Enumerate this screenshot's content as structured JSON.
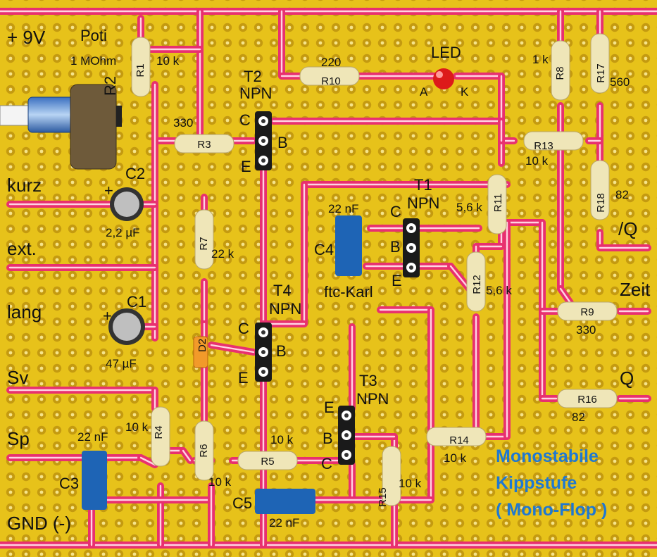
{
  "colors": {
    "board": "#e7c21a",
    "trace": "#e8306f",
    "trace_core": "#ffd4e2",
    "resistor": "#efe6b8",
    "cap": "#1e64b5",
    "pad": "#c49a10",
    "led": "#dd1a1a",
    "title": "#1f78d1"
  },
  "rails": {
    "top": "+ 9V",
    "bottom": "GND (-)"
  },
  "inputs": {
    "kurz": "kurz",
    "ext": "ext.",
    "lang": "lang",
    "sv": "Sv",
    "sp": "Sp"
  },
  "outputs": {
    "q_bar": "/Q",
    "zeit": "Zeit",
    "q": "Q"
  },
  "poti": {
    "name": "Poti",
    "value": "1 MOhm",
    "ref": "R2"
  },
  "resistors": [
    {
      "ref": "R1",
      "value": "10 k"
    },
    {
      "ref": "R3",
      "value": "330"
    },
    {
      "ref": "R4",
      "value": "10 k"
    },
    {
      "ref": "R5",
      "value": "10 k"
    },
    {
      "ref": "R6",
      "value": "10 k"
    },
    {
      "ref": "R7",
      "value": "22 k"
    },
    {
      "ref": "R8",
      "value": "1 k"
    },
    {
      "ref": "R9",
      "value": "330"
    },
    {
      "ref": "R10",
      "value": "220"
    },
    {
      "ref": "R11",
      "value": "5,6 k"
    },
    {
      "ref": "R12",
      "value": "5,6 k"
    },
    {
      "ref": "R13",
      "value": "10 k"
    },
    {
      "ref": "R14",
      "value": "10 k"
    },
    {
      "ref": "R15",
      "value": "10 k"
    },
    {
      "ref": "R16",
      "value": "82"
    },
    {
      "ref": "R17",
      "value": "560"
    },
    {
      "ref": "R18",
      "value": "82"
    }
  ],
  "capacitors": [
    {
      "ref": "C1",
      "value": "47 µF"
    },
    {
      "ref": "C2",
      "value": "2,2 µF"
    },
    {
      "ref": "C3",
      "value": "22 nF"
    },
    {
      "ref": "C4",
      "value": "22 nF"
    },
    {
      "ref": "C5",
      "value": "22 nF"
    }
  ],
  "diode": {
    "ref": "D2"
  },
  "led": {
    "name": "LED",
    "anode": "A",
    "cathode": "K"
  },
  "transistors": [
    {
      "ref": "T1",
      "type": "NPN"
    },
    {
      "ref": "T2",
      "type": "NPN"
    },
    {
      "ref": "T3",
      "type": "NPN"
    },
    {
      "ref": "T4",
      "type": "NPN"
    }
  ],
  "pins": {
    "c": "C",
    "b": "B",
    "e": "E"
  },
  "watermark": "ftc-Karl",
  "title": {
    "line1": "Monostabile",
    "line2": "Kippstufe",
    "line3": "( Mono-Flop )"
  }
}
